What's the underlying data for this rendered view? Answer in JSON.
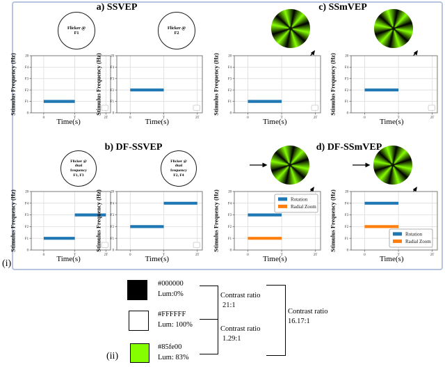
{
  "figure": {
    "panel_i_label": "(i)",
    "panel_ii_label": "(ii)"
  },
  "sections": {
    "a": {
      "title": "a) SSVEP",
      "stimuli": [
        {
          "kind": "circle",
          "lines": [
            "Flicker @",
            "F1"
          ]
        },
        {
          "kind": "circle",
          "lines": [
            "Flicker @",
            "F2"
          ]
        }
      ]
    },
    "b": {
      "title": "b) DF-SSVEP",
      "stimuli": [
        {
          "kind": "circle",
          "lines": [
            "Flicker @",
            "dual",
            "frequency",
            "F1, F3"
          ]
        },
        {
          "kind": "circle",
          "lines": [
            "Flicker @",
            "dual",
            "frequency",
            "F2, F4"
          ]
        }
      ]
    },
    "c": {
      "title": "c) SSmVEP",
      "stimuli": [
        {
          "kind": "pinwheel",
          "arrows": [
            "rotate"
          ]
        },
        {
          "kind": "pinwheel",
          "arrows": [
            "rotate"
          ]
        }
      ]
    },
    "d": {
      "title": "d) DF-SSmVEP",
      "stimuli": [
        {
          "kind": "pinwheel",
          "arrows": [
            "translate",
            "rotate"
          ]
        },
        {
          "kind": "pinwheel",
          "arrows": [
            "translate",
            "rotate"
          ]
        }
      ]
    }
  },
  "colors": {
    "blue": "#1f77b4",
    "orange": "#ff7f0e",
    "green": "#85fe00",
    "panel_border": "#b6c3e1"
  },
  "chart_data": [
    {
      "id": "a1",
      "type": "line",
      "xlabel": "Time(s)",
      "ylabel": "Stimulus Frequency (Hz)",
      "xlim": [
        -0.4,
        2.15
      ],
      "ylim": [
        0,
        20
      ],
      "grid": true,
      "xticks": [
        {
          "label": "0",
          "v": 0
        },
        {
          "label": "T",
          "v": 1
        },
        {
          "label": "2T",
          "v": 2
        }
      ],
      "yticks": [
        {
          "label": "0",
          "v": 0
        },
        {
          "label": "F1",
          "v": 4
        },
        {
          "label": "F2",
          "v": 8
        },
        {
          "label": "F3",
          "v": 12
        },
        {
          "label": "F4",
          "v": 16
        },
        {
          "label": "20",
          "v": 20
        }
      ],
      "series": [
        {
          "name": "",
          "color": "blue",
          "segments": [
            {
              "from": 0,
              "to": 1,
              "level": "F1",
              "y": 4
            }
          ]
        }
      ],
      "legend": null,
      "empty_legend_box": true
    },
    {
      "id": "a2",
      "type": "line",
      "xlabel": "Time(s)",
      "ylabel": "Stimulus Frequency (Hz)",
      "xlim": [
        -0.4,
        2.15
      ],
      "ylim": [
        0,
        20
      ],
      "grid": true,
      "xticks": [
        {
          "label": "0",
          "v": 0
        },
        {
          "label": "T",
          "v": 1
        },
        {
          "label": "2T",
          "v": 2
        }
      ],
      "yticks": [
        {
          "label": "0",
          "v": 0
        },
        {
          "label": "F1",
          "v": 4
        },
        {
          "label": "F2",
          "v": 8
        },
        {
          "label": "F3",
          "v": 12
        },
        {
          "label": "F4",
          "v": 16
        },
        {
          "label": "20",
          "v": 20
        }
      ],
      "series": [
        {
          "name": "",
          "color": "blue",
          "segments": [
            {
              "from": 0,
              "to": 1,
              "level": "F2",
              "y": 8
            }
          ]
        }
      ],
      "legend": null,
      "empty_legend_box": true
    },
    {
      "id": "c1",
      "type": "line",
      "xlabel": "Time(s)",
      "ylabel": "Stimulus Frequency (Hz)",
      "xlim": [
        -0.4,
        2.15
      ],
      "ylim": [
        0,
        20
      ],
      "grid": true,
      "xticks": [
        {
          "label": "0",
          "v": 0
        },
        {
          "label": "T",
          "v": 1
        },
        {
          "label": "2T",
          "v": 2
        }
      ],
      "yticks": [
        {
          "label": "0",
          "v": 0
        },
        {
          "label": "F1",
          "v": 4
        },
        {
          "label": "F2",
          "v": 8
        },
        {
          "label": "F3",
          "v": 12
        },
        {
          "label": "F4",
          "v": 16
        },
        {
          "label": "20",
          "v": 20
        }
      ],
      "series": [
        {
          "name": "",
          "color": "blue",
          "segments": [
            {
              "from": 0,
              "to": 1,
              "level": "F1",
              "y": 4
            }
          ]
        }
      ],
      "legend": null,
      "empty_legend_box": true
    },
    {
      "id": "c2",
      "type": "line",
      "xlabel": "Time(s)",
      "ylabel": "Stimulus Frequency (Hz)",
      "xlim": [
        -0.4,
        2.15
      ],
      "ylim": [
        0,
        20
      ],
      "grid": true,
      "xticks": [
        {
          "label": "0",
          "v": 0
        },
        {
          "label": "T",
          "v": 1
        },
        {
          "label": "2T",
          "v": 2
        }
      ],
      "yticks": [
        {
          "label": "0",
          "v": 0
        },
        {
          "label": "F1",
          "v": 4
        },
        {
          "label": "F2",
          "v": 8
        },
        {
          "label": "F3",
          "v": 12
        },
        {
          "label": "F4",
          "v": 16
        },
        {
          "label": "20",
          "v": 20
        }
      ],
      "series": [
        {
          "name": "",
          "color": "blue",
          "segments": [
            {
              "from": 0,
              "to": 1,
              "level": "F2",
              "y": 8
            }
          ]
        }
      ],
      "legend": null,
      "empty_legend_box": true
    },
    {
      "id": "b1",
      "type": "line",
      "xlabel": "Time(s)",
      "ylabel": "Stimulus Frequency (Hz)",
      "xlim": [
        -0.4,
        2.15
      ],
      "ylim": [
        0,
        20
      ],
      "grid": true,
      "xticks": [
        {
          "label": "0",
          "v": 0
        },
        {
          "label": "T",
          "v": 1
        },
        {
          "label": "2T",
          "v": 2
        }
      ],
      "yticks": [
        {
          "label": "0",
          "v": 0
        },
        {
          "label": "F1",
          "v": 4
        },
        {
          "label": "F2",
          "v": 8
        },
        {
          "label": "F3",
          "v": 12
        },
        {
          "label": "F4",
          "v": 16
        },
        {
          "label": "20",
          "v": 20
        }
      ],
      "series": [
        {
          "name": "",
          "color": "blue",
          "segments": [
            {
              "from": 0,
              "to": 1,
              "level": "F1",
              "y": 4
            },
            {
              "from": 1,
              "to": 2,
              "level": "F3",
              "y": 12
            }
          ]
        }
      ],
      "legend": null,
      "empty_legend_box": true
    },
    {
      "id": "b2",
      "type": "line",
      "xlabel": "Time(s)",
      "ylabel": "Stimulus Frequency (Hz)",
      "xlim": [
        -0.4,
        2.15
      ],
      "ylim": [
        0,
        20
      ],
      "grid": true,
      "xticks": [
        {
          "label": "0",
          "v": 0
        },
        {
          "label": "T",
          "v": 1
        },
        {
          "label": "2T",
          "v": 2
        }
      ],
      "yticks": [
        {
          "label": "0",
          "v": 0
        },
        {
          "label": "F1",
          "v": 4
        },
        {
          "label": "F2",
          "v": 8
        },
        {
          "label": "F3",
          "v": 12
        },
        {
          "label": "F4",
          "v": 16
        },
        {
          "label": "20",
          "v": 20
        }
      ],
      "series": [
        {
          "name": "",
          "color": "blue",
          "segments": [
            {
              "from": 0,
              "to": 1,
              "level": "F2",
              "y": 8
            },
            {
              "from": 1,
              "to": 2,
              "level": "F4",
              "y": 16
            }
          ]
        }
      ],
      "legend": null,
      "empty_legend_box": true
    },
    {
      "id": "d1",
      "type": "line",
      "xlabel": "Time(s)",
      "ylabel": "Stimulus Frequency (Hz)",
      "xlim": [
        -0.4,
        2.15
      ],
      "ylim": [
        0,
        20
      ],
      "grid": true,
      "xticks": [
        {
          "label": "0",
          "v": 0
        },
        {
          "label": "T",
          "v": 1
        },
        {
          "label": "2T",
          "v": 2
        }
      ],
      "yticks": [
        {
          "label": "0",
          "v": 0
        },
        {
          "label": "F1",
          "v": 4
        },
        {
          "label": "F2",
          "v": 8
        },
        {
          "label": "F3",
          "v": 12
        },
        {
          "label": "F4",
          "v": 16
        },
        {
          "label": "20",
          "v": 20
        }
      ],
      "series": [
        {
          "name": "Rotation",
          "color": "blue",
          "segments": [
            {
              "from": 0,
              "to": 1,
              "level": "F3",
              "y": 12
            }
          ]
        },
        {
          "name": "Radial Zoom",
          "color": "orange",
          "segments": [
            {
              "from": 0,
              "to": 1,
              "level": "F1",
              "y": 4
            }
          ]
        }
      ],
      "legend": {
        "position": "top-right"
      },
      "empty_legend_box": false
    },
    {
      "id": "d2",
      "type": "line",
      "xlabel": "Time(s)",
      "ylabel": "Stimulus Frequency (Hz)",
      "xlim": [
        -0.4,
        2.15
      ],
      "ylim": [
        0,
        20
      ],
      "grid": true,
      "xticks": [
        {
          "label": "0",
          "v": 0
        },
        {
          "label": "T",
          "v": 1
        },
        {
          "label": "2T",
          "v": 2
        }
      ],
      "yticks": [
        {
          "label": "0",
          "v": 0
        },
        {
          "label": "F1",
          "v": 4
        },
        {
          "label": "F2",
          "v": 8
        },
        {
          "label": "F3",
          "v": 12
        },
        {
          "label": "F4",
          "v": 16
        },
        {
          "label": "20",
          "v": 20
        }
      ],
      "series": [
        {
          "name": "Rotation",
          "color": "blue",
          "segments": [
            {
              "from": 0,
              "to": 1,
              "level": "F4",
              "y": 16
            }
          ]
        },
        {
          "name": "Radial Zoom",
          "color": "orange",
          "segments": [
            {
              "from": 0,
              "to": 1,
              "level": "F2",
              "y": 8
            }
          ]
        }
      ],
      "legend": {
        "position": "bottom-right"
      },
      "empty_legend_box": false
    }
  ],
  "swatches": [
    {
      "hex": "#000000",
      "hex_label": "#000000",
      "lum_label": "Lum:0%"
    },
    {
      "hex": "#FFFFFF",
      "hex_label": "#FFFFFF",
      "lum_label": "Lum: 100%"
    },
    {
      "hex": "#85fe00",
      "hex_label": "#85fe00",
      "lum_label": "Lum: 83%"
    }
  ],
  "contrast_ratios": [
    {
      "label": "Contrast ratio",
      "value": "21:1"
    },
    {
      "label": "Contrast ratio",
      "value": "1.29:1"
    },
    {
      "label": "Contrast ratio",
      "value": "16.17:1"
    }
  ]
}
